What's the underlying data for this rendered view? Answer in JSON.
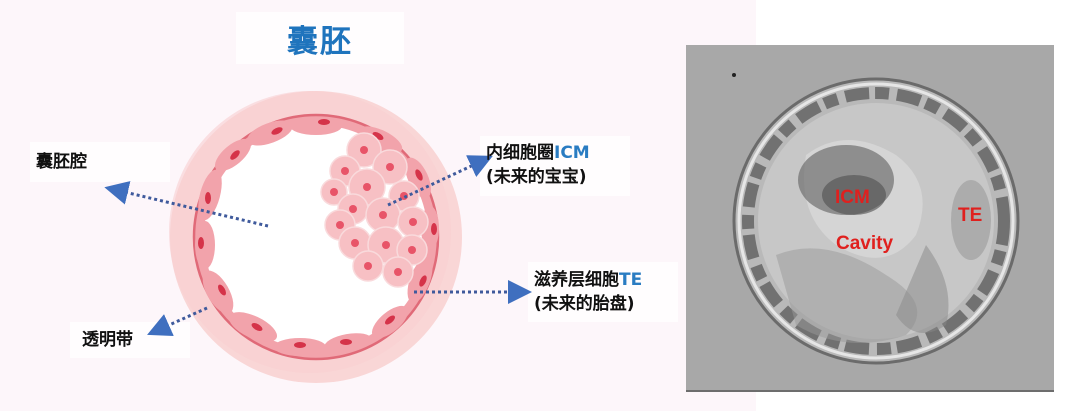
{
  "title": "囊胚",
  "diagram": {
    "labels": {
      "cavity": "囊胚腔",
      "zona": "透明带",
      "icm_main": "内细胞圈",
      "icm_abbr": "ICM",
      "icm_note": "(未来的宝宝)",
      "te_main": "滋养层细胞",
      "te_abbr": "TE",
      "te_note": "(未来的胎盘)"
    },
    "colors": {
      "title": "#1f74bd",
      "accent": "#2a7cc2",
      "arrow": "#3f5a9c",
      "zona": "#f8d3d3",
      "membrane": "#e86d7a",
      "cell": "#f4a5ae",
      "nucleus": "#d9344a"
    }
  },
  "photo": {
    "labels": {
      "icm": "ICM",
      "cavity": "Cavity",
      "te": "TE"
    },
    "label_color": "#e0201e"
  }
}
